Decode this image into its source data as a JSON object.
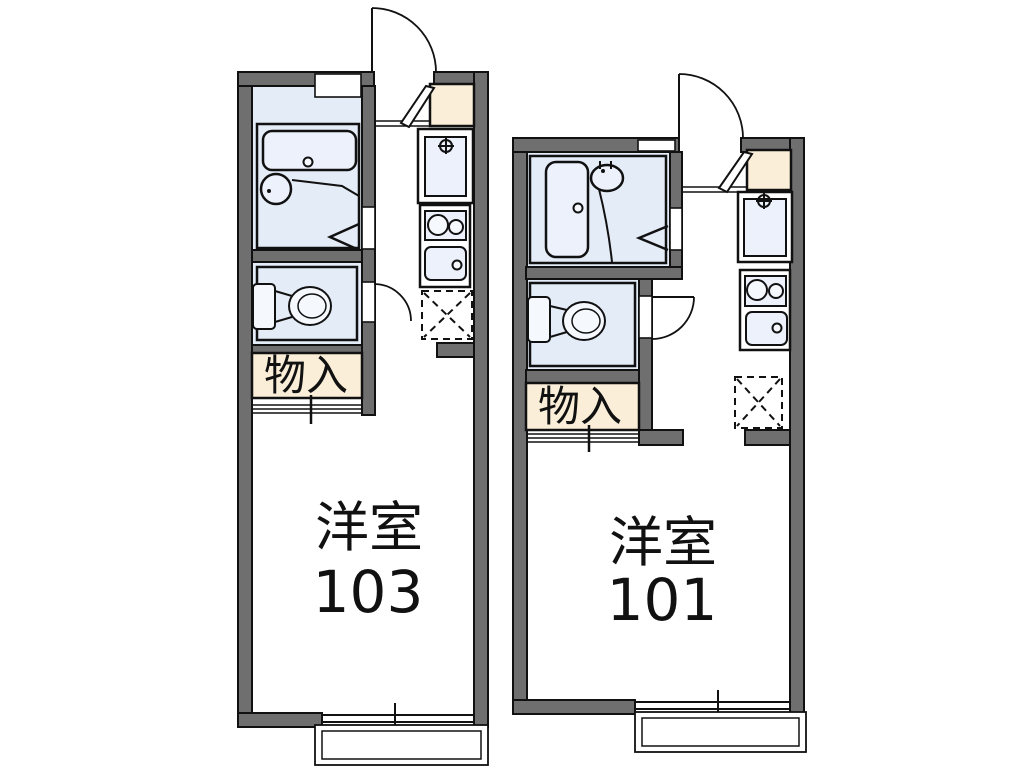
{
  "page": {
    "background": "#ffffff",
    "type": "apartment-floor-plan"
  },
  "floorplan": {
    "units": [
      {
        "id": "unit-103",
        "room_label": "洋室",
        "room_number": "103",
        "closet_label": "物入",
        "fixtures": [
          "bathtub",
          "wash-basin",
          "toilet",
          "kitchen-sink",
          "two-burner-stove",
          "sink-basin",
          "washing-machine-space",
          "entrance-door",
          "shoe-cabinet",
          "folding-bath-door",
          "toilet-door",
          "sliding-closet-door",
          "window",
          "balcony"
        ]
      },
      {
        "id": "unit-101",
        "room_label": "洋室",
        "room_number": "101",
        "closet_label": "物入",
        "fixtures": [
          "bathtub",
          "wash-basin",
          "toilet",
          "kitchen-sink",
          "two-burner-stove",
          "sink-basin",
          "washing-machine-space",
          "entrance-door",
          "shoe-cabinet",
          "folding-bath-door",
          "toilet-door",
          "sliding-closet-door",
          "window",
          "balcony"
        ]
      }
    ],
    "colors": {
      "wall": "#6f6f6f",
      "room_fill": "#e4ecf8",
      "fixture_fill": "#ecf1fc",
      "closet_fill": "#faeed8",
      "outline": "#111111",
      "background": "#ffffff"
    },
    "icons": {
      "faucet": "crossed-circle",
      "washing_machine_space": "dashed-box-with-x",
      "door_swing": "quarter-arc",
      "folding_door": "chevron"
    }
  }
}
